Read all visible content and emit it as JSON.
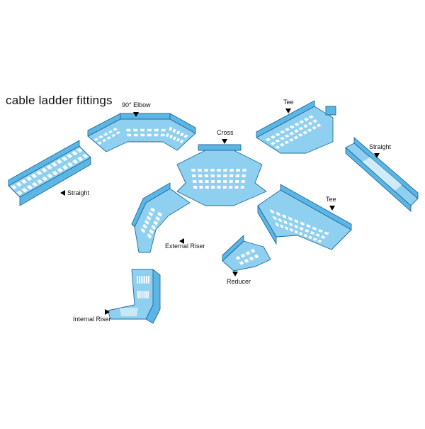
{
  "title": "cable ladder fittings",
  "labels": {
    "elbow": "90° Elbow",
    "cross": "Cross",
    "tee_top": "Tee",
    "straight_right": "Straight",
    "straight_left": "Straight",
    "tee_mid": "Tee",
    "external_riser": "External Riser",
    "reducer": "Reducer",
    "internal_riser": "Internal Riser"
  },
  "colors": {
    "tray_fill": "#8fd0f0",
    "tray_side": "#5cb6e4",
    "tray_edge": "#1f6aa0",
    "slot": "#ffffff"
  }
}
